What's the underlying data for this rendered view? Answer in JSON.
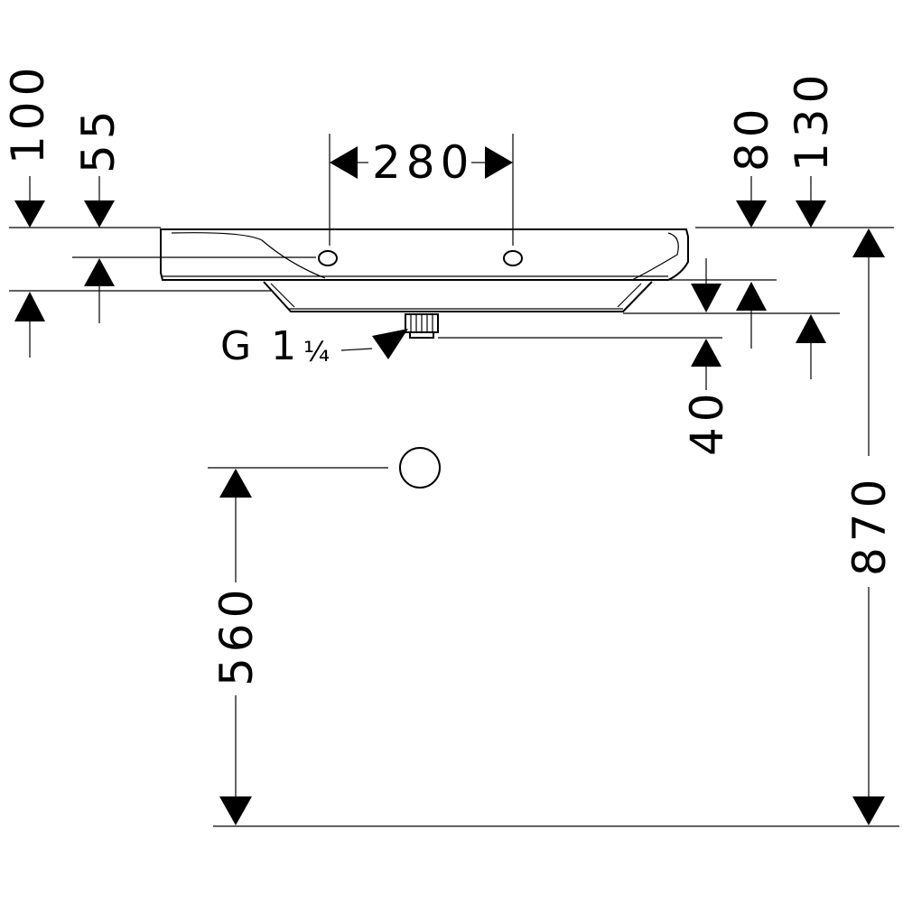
{
  "dimensions": {
    "d100": "100",
    "d55": "55",
    "d280": "280",
    "d80": "80",
    "d130": "130",
    "d40": "40",
    "d870": "870",
    "d560": "560"
  },
  "drain_thread": {
    "label": "G 1",
    "fraction": "¼"
  }
}
